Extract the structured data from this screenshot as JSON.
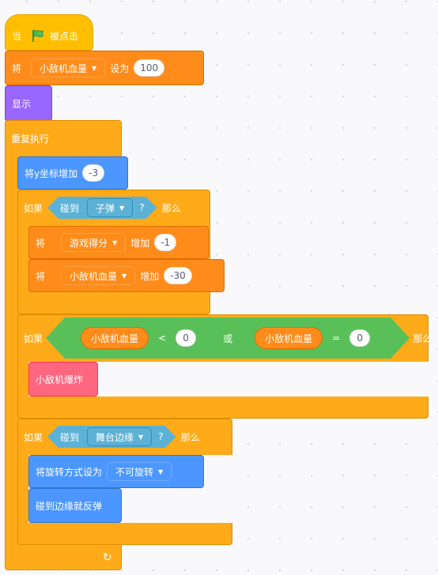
{
  "blocks": {
    "hat": {
      "when": "当",
      "clicked": "被点击",
      "flag_color": "#4cbf56"
    },
    "set_var": {
      "set": "将",
      "var": "小敌机血量",
      "to": "设为",
      "value": "100"
    },
    "show": {
      "label": "显示"
    },
    "forever": {
      "label": "重复执行",
      "arrow": "↻"
    },
    "change_y": {
      "label": "将y坐标增加",
      "value": "-3"
    },
    "if1": {
      "if": "如果",
      "touching": "碰到",
      "target": "子弹",
      "q": "?",
      "then": "那么"
    },
    "change_score": {
      "label": "将",
      "var": "游戏得分",
      "action": "增加",
      "value": "-1"
    },
    "change_hp": {
      "label": "将",
      "var": "小敌机血量",
      "action": "增加",
      "value": "-30"
    },
    "if2": {
      "if": "如果",
      "var_a": "小敌机血量",
      "op_a": "<",
      "val_a": "0",
      "or": "或",
      "var_b": "小敌机血量",
      "op_b": "=",
      "val_b": "0",
      "then": "那么"
    },
    "explode": {
      "label": "小敌机爆炸"
    },
    "if3": {
      "if": "如果",
      "touching": "碰到",
      "target": "舞台边缘",
      "q": "?",
      "then": "那么"
    },
    "rotation": {
      "label": "将旋转方式设为",
      "value": "不可旋转"
    },
    "bounce": {
      "label": "碰到边缘就反弹"
    }
  },
  "colors": {
    "events": "#ffbf00",
    "variables": "#ff8c1a",
    "looks": "#9966ff",
    "control": "#ffab19",
    "motion": "#4c97ff",
    "sensing": "#5cb1d6",
    "operators": "#59c059",
    "custom": "#ff6680"
  }
}
